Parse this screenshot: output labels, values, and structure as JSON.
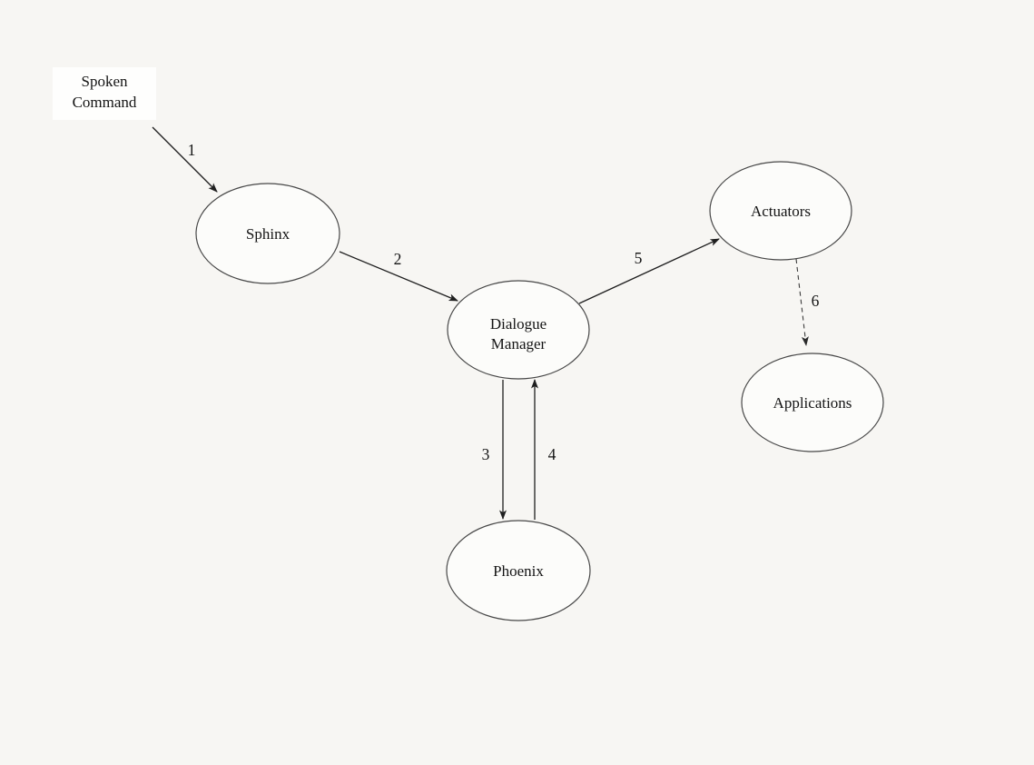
{
  "diagram": {
    "type": "flow-diagram",
    "description": "Spoken dialogue system architecture diagram",
    "source_label": {
      "line1": "Spoken",
      "line2": "Command"
    },
    "nodes": [
      {
        "id": "sphinx",
        "label": "Sphinx",
        "shape": "ellipse"
      },
      {
        "id": "dialogue-manager",
        "label_line1": "Dialogue",
        "label_line2": "Manager",
        "shape": "ellipse"
      },
      {
        "id": "actuators",
        "label": "Actuators",
        "shape": "ellipse"
      },
      {
        "id": "applications",
        "label": "Applications",
        "shape": "ellipse"
      },
      {
        "id": "phoenix",
        "label": "Phoenix",
        "shape": "ellipse"
      }
    ],
    "edges": [
      {
        "label": "1",
        "from": "spoken-command",
        "to": "sphinx",
        "style": "solid"
      },
      {
        "label": "2",
        "from": "sphinx",
        "to": "dialogue-manager",
        "style": "solid"
      },
      {
        "label": "3",
        "from": "dialogue-manager",
        "to": "phoenix",
        "style": "solid"
      },
      {
        "label": "4",
        "from": "phoenix",
        "to": "dialogue-manager",
        "style": "solid"
      },
      {
        "label": "5",
        "from": "dialogue-manager",
        "to": "actuators",
        "style": "solid"
      },
      {
        "label": "6",
        "from": "actuators",
        "to": "applications",
        "style": "dashed"
      }
    ],
    "colors": {
      "background": "#f7f6f3",
      "node_fill": "#fcfcfa",
      "stroke": "#474747",
      "line": "#1f1f1f",
      "text": "#141414",
      "source_box": "#fefefd"
    }
  }
}
